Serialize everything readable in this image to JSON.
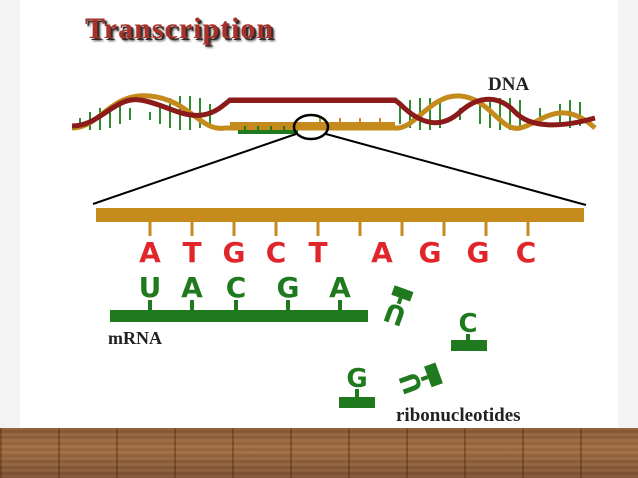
{
  "title": "Transcription",
  "labels": {
    "dna": "DNA",
    "mrna": "mRNA",
    "ribonucleotides": "ribonucleotides"
  },
  "template_bases": [
    "A",
    "T",
    "G",
    "C",
    "T",
    "A",
    "G",
    "G",
    "C"
  ],
  "mrna_bases": [
    "U",
    "A",
    "C",
    "G",
    "A"
  ],
  "free_nucleotides": [
    "U",
    "C",
    "U",
    "G"
  ],
  "colors": {
    "title": "#a8322a",
    "template_bases": "#e0262a",
    "rna": "#1f7a1f",
    "template_strand": "#c48a1c",
    "dna_strand": "#8b1a1a"
  }
}
